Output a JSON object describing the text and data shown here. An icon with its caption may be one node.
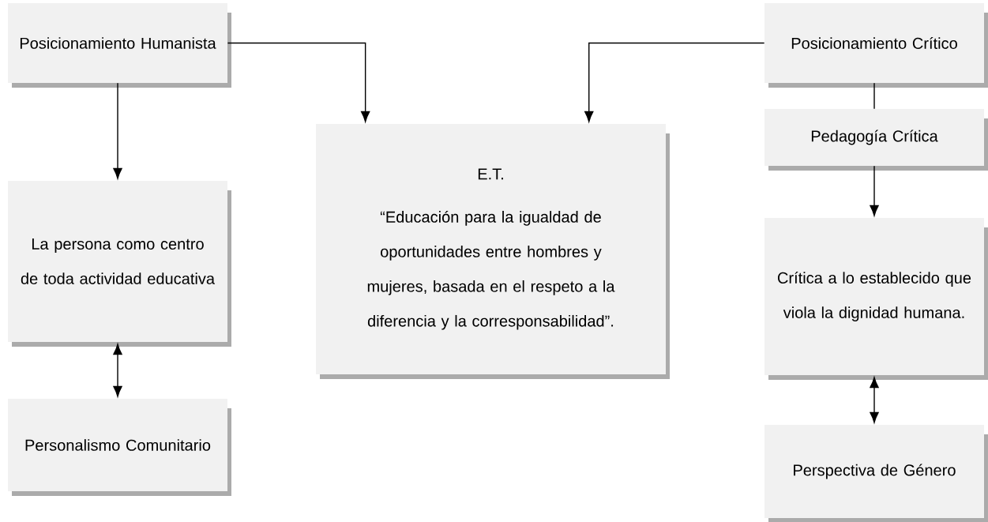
{
  "diagram": {
    "nodes": [
      {
        "text": [
          "Posicionamiento Humanista"
        ]
      },
      {
        "text": [
          "Posicionamiento Crítico"
        ]
      },
      {
        "text": [
          "Pedagogía Crítica"
        ]
      },
      {
        "text": [
          "E.T.",
          "“Educación para la igualdad de oportunidades entre hombres y mujeres, basada en el respeto a la diferencia y la corresponsabilidad”."
        ]
      },
      {
        "text": [
          "La persona como centro de toda actividad educativa"
        ]
      },
      {
        "text": [
          "Crítica a lo establecido que viola la dignidad humana."
        ]
      },
      {
        "text": [
          "Personalismo Comunitario"
        ]
      },
      {
        "text": [
          "Perspectiva de Género"
        ]
      }
    ],
    "edges": [
      {
        "from": 0,
        "to": 3,
        "arrow": "to"
      },
      {
        "from": 1,
        "to": 3,
        "arrow": "to"
      },
      {
        "from": 0,
        "to": 4,
        "arrow": "to"
      },
      {
        "from": 1,
        "to": 2,
        "arrow": "none"
      },
      {
        "from": 2,
        "to": 5,
        "arrow": "to"
      },
      {
        "from": 4,
        "to": 6,
        "arrow": "both"
      },
      {
        "from": 5,
        "to": 7,
        "arrow": "both"
      }
    ]
  }
}
